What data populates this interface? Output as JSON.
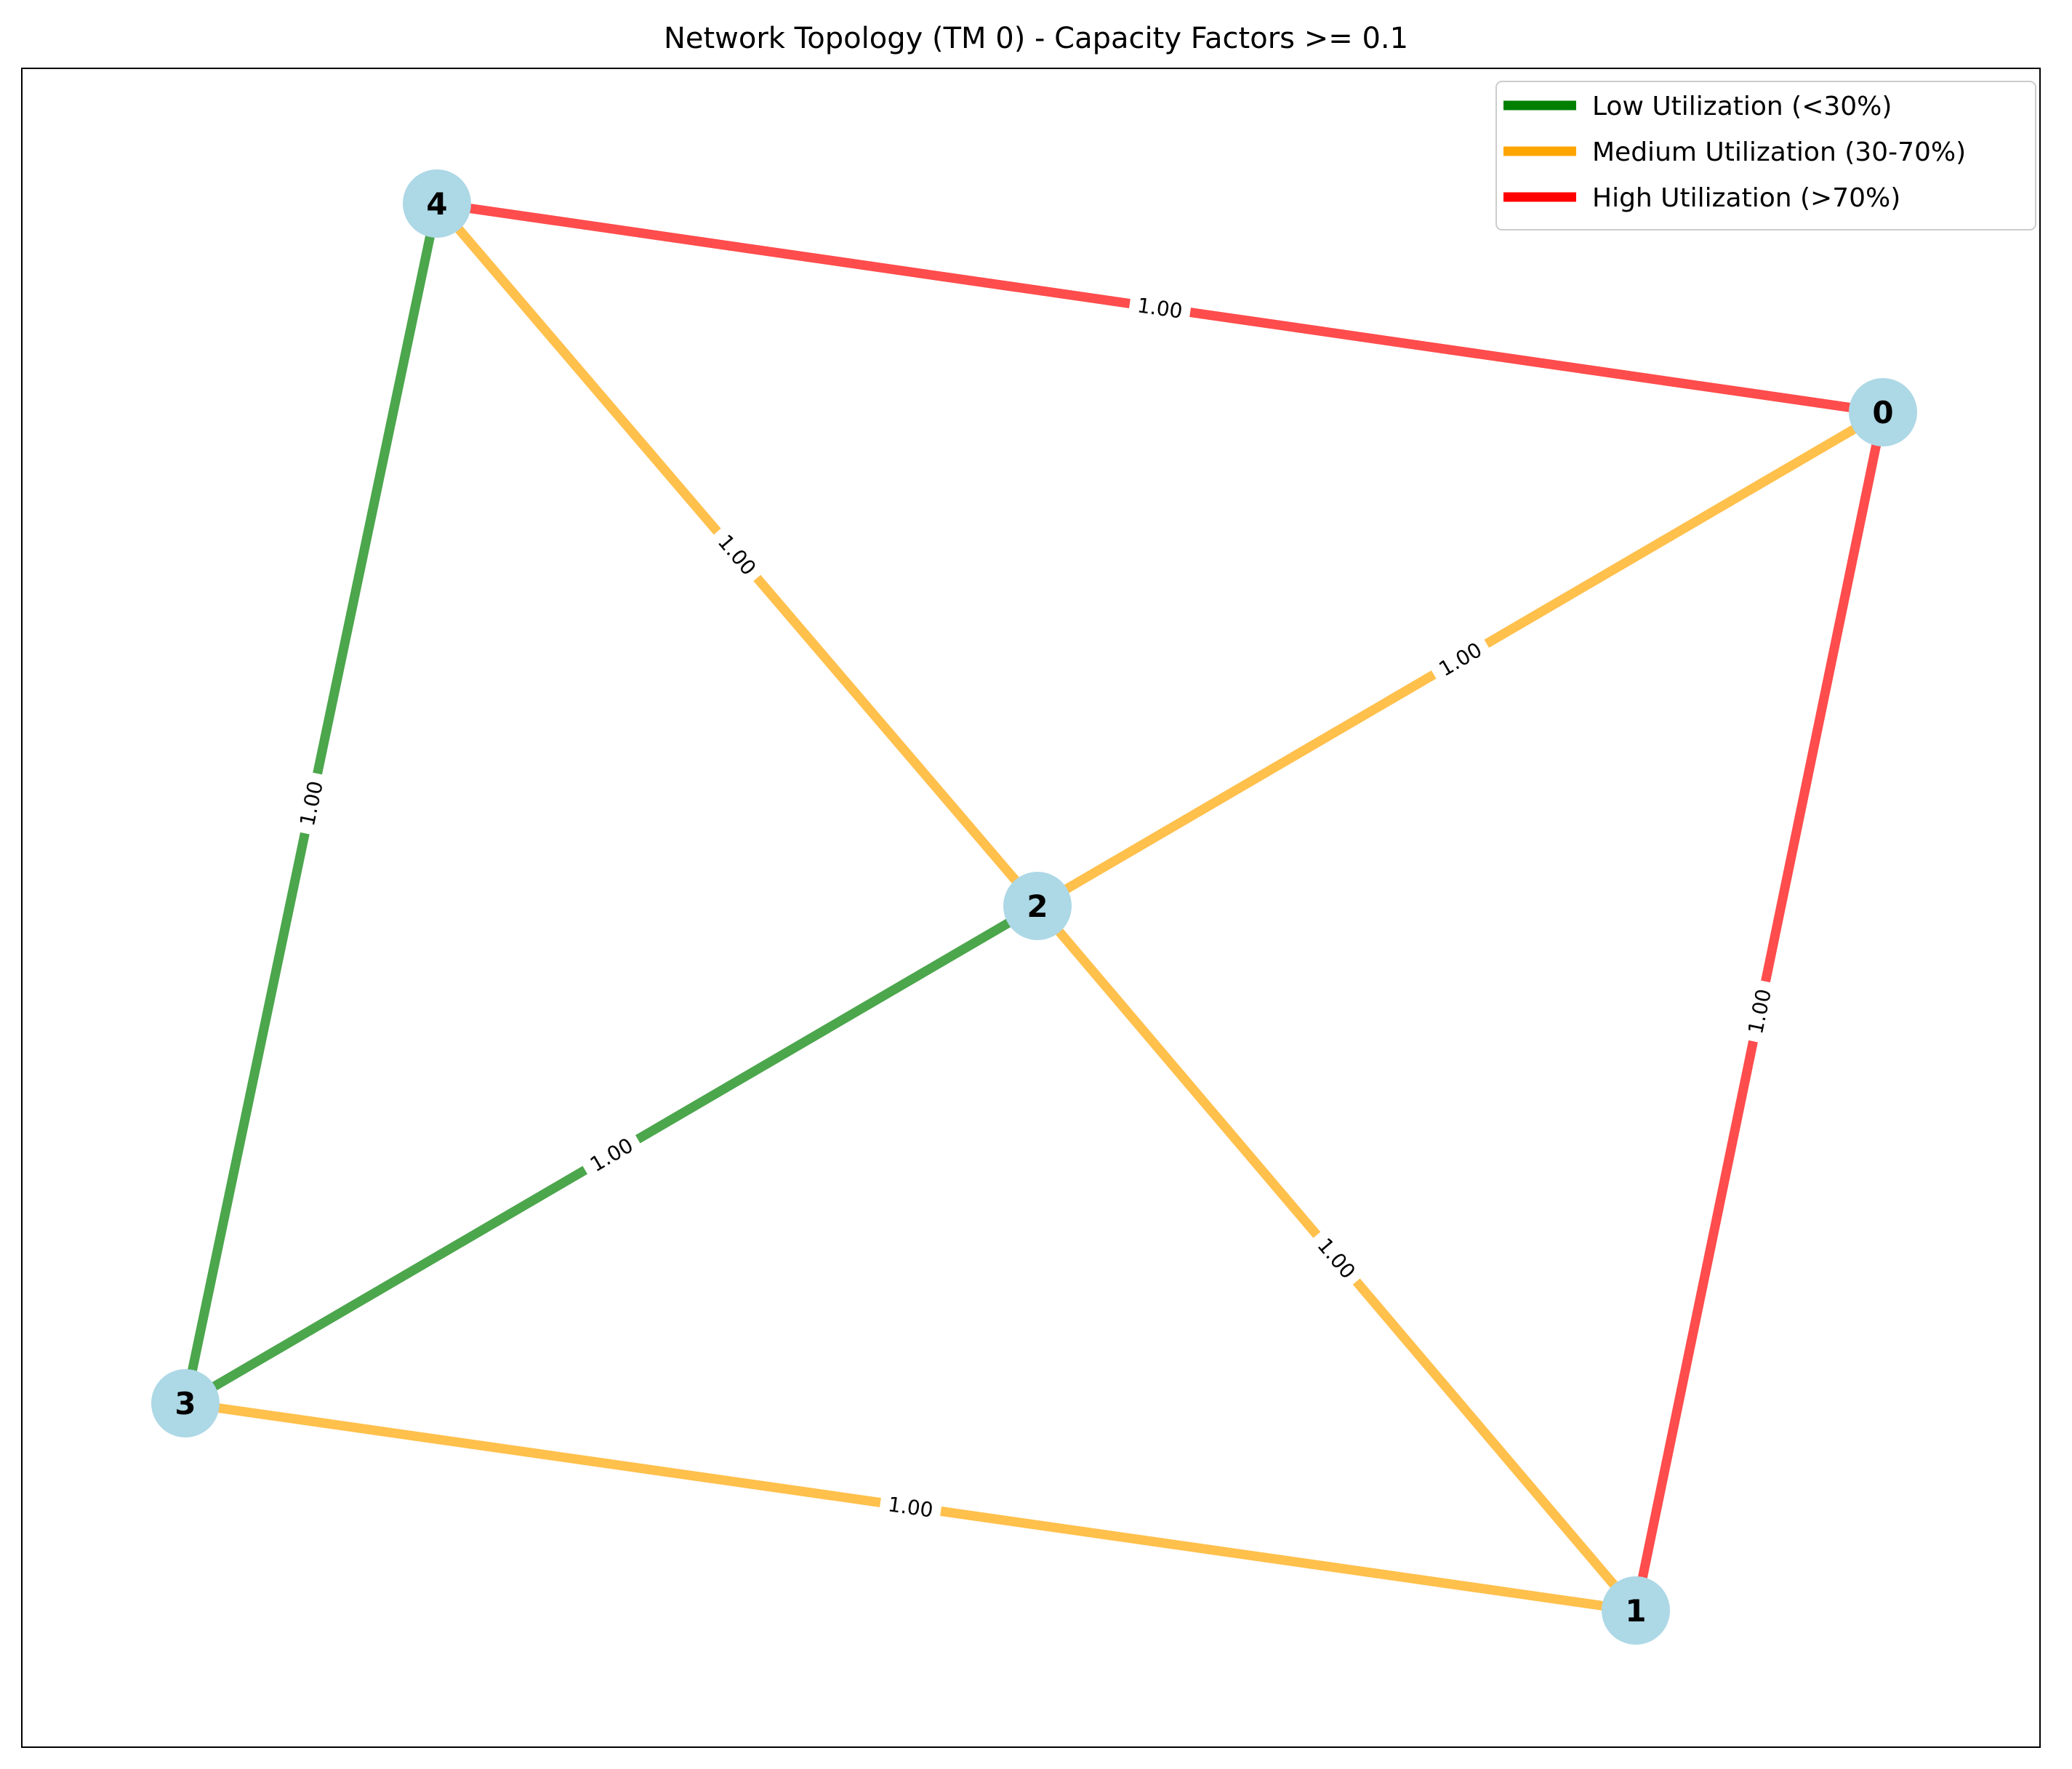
{
  "title": "Network Topology (TM 0) - Capacity Factors >= 0.1",
  "colors": {
    "node": "#add8e6",
    "low": "#008000",
    "medium": "#ffa500",
    "high": "#ff0000"
  },
  "legend": {
    "items": [
      {
        "label": "Low Utilization (<30%)",
        "color": "#008000"
      },
      {
        "label": "Medium Utilization (30-70%)",
        "color": "#ffa500"
      },
      {
        "label": "High Utilization (>70%)",
        "color": "#ff0000"
      }
    ]
  },
  "nodes": [
    {
      "id": "0",
      "label": "0"
    },
    {
      "id": "1",
      "label": "1"
    },
    {
      "id": "2",
      "label": "2"
    },
    {
      "id": "3",
      "label": "3"
    },
    {
      "id": "4",
      "label": "4"
    }
  ],
  "edges": [
    {
      "source": "4",
      "target": "0",
      "label": "1.00",
      "level": "high"
    },
    {
      "source": "0",
      "target": "1",
      "label": "1.00",
      "level": "high"
    },
    {
      "source": "4",
      "target": "2",
      "label": "1.00",
      "level": "medium"
    },
    {
      "source": "2",
      "target": "0",
      "label": "1.00",
      "level": "medium"
    },
    {
      "source": "2",
      "target": "1",
      "label": "1.00",
      "level": "medium"
    },
    {
      "source": "3",
      "target": "1",
      "label": "1.00",
      "level": "medium"
    },
    {
      "source": "4",
      "target": "3",
      "label": "1.00",
      "level": "low"
    },
    {
      "source": "2",
      "target": "3",
      "label": "1.00",
      "level": "low"
    }
  ]
}
